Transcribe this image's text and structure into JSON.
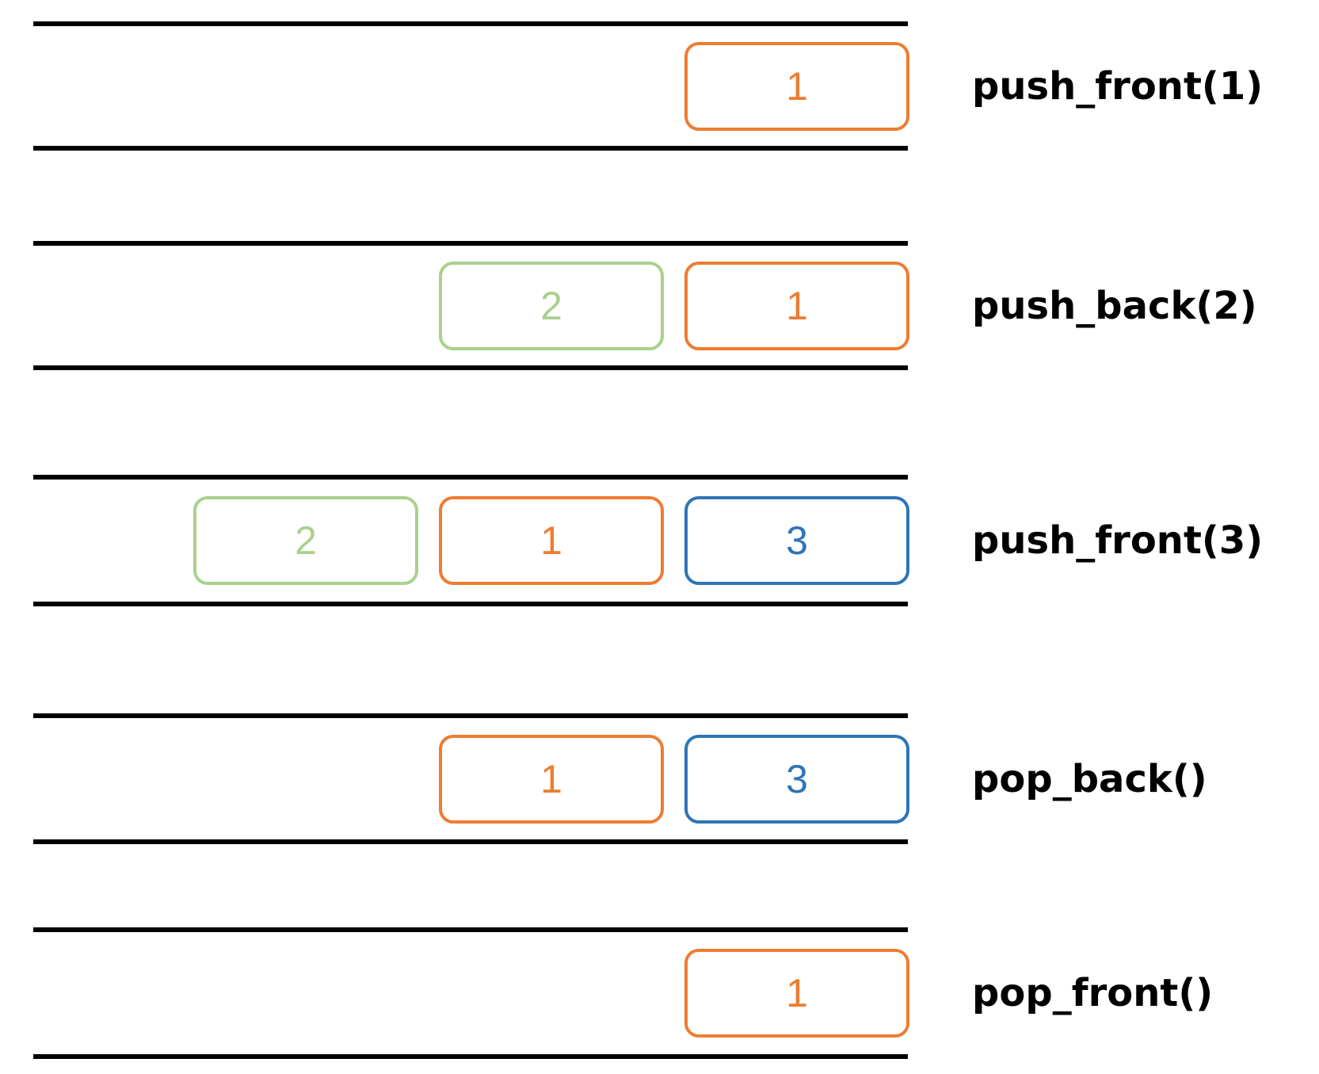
{
  "colors": {
    "orange": "#ED7D31",
    "green": "#A9D18E",
    "blue": "#2E75B6",
    "rail": "#000000",
    "label_text": "#000000"
  },
  "rows": [
    {
      "label": "push_front(1)",
      "boxes": [
        {
          "value": "1",
          "color": "orange"
        }
      ]
    },
    {
      "label": "push_back(2)",
      "boxes": [
        {
          "value": "2",
          "color": "green"
        },
        {
          "value": "1",
          "color": "orange"
        }
      ]
    },
    {
      "label": "push_front(3)",
      "boxes": [
        {
          "value": "2",
          "color": "green"
        },
        {
          "value": "1",
          "color": "orange"
        },
        {
          "value": "3",
          "color": "blue"
        }
      ]
    },
    {
      "label": "pop_back()",
      "boxes": [
        {
          "value": "1",
          "color": "orange"
        },
        {
          "value": "3",
          "color": "blue"
        }
      ]
    },
    {
      "label": "pop_front()",
      "boxes": [
        {
          "value": "1",
          "color": "orange"
        }
      ]
    }
  ]
}
